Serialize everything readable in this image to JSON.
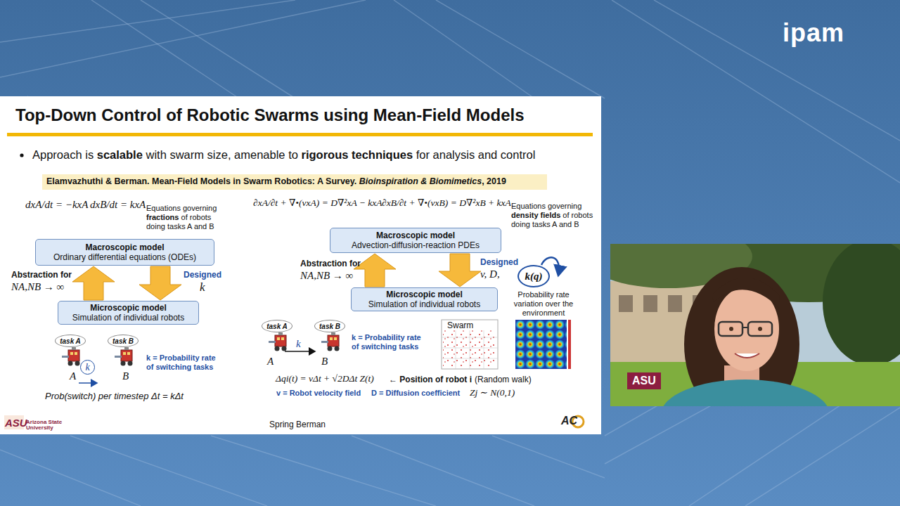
{
  "diagram": {
    "title": "Top-Down Control of Robotic Swarms using Mean-Field Models",
    "nodes": [
      {
        "text": [
          "Macroscopic model",
          "Ordinary differential equations (ODEs)"
        ]
      },
      {
        "text": [
          "Microscopic model",
          "Simulation of individual robots"
        ]
      },
      {
        "text": [
          "task A"
        ]
      },
      {
        "text": [
          "task B"
        ]
      },
      {
        "text": [
          "k"
        ]
      },
      {
        "text": [
          "Macroscopic model",
          "Advection-diffusion-reaction PDEs"
        ]
      },
      {
        "text": [
          "Microscopic model",
          "Simulation of individual robots"
        ]
      },
      {
        "text": [
          "k(q)"
        ]
      },
      {
        "text": [
          "task A"
        ]
      },
      {
        "text": [
          "task B"
        ]
      }
    ],
    "edges": [
      {
        "from": 1,
        "to": 0,
        "arrow": "to"
      },
      {
        "from": 0,
        "to": 1,
        "arrow": "to"
      },
      {
        "from": 6,
        "to": 5,
        "arrow": "to"
      },
      {
        "from": 5,
        "to": 6,
        "arrow": "to"
      }
    ],
    "labels": [
      "Approach is",
      "scalable",
      "with swarm size, amenable to",
      "rigorous techniques",
      "for analysis and control",
      "Elamvazhuthi & Berman. Mean-Field Models in Swarm Robotics: A Survey.",
      "Bioinspiration & Biomimetics",
      ", 2019",
      "dxA/dt = −kxA",
      "dxB/dt = kxA",
      "Equations governing",
      "fractions",
      "of robots doing tasks A and B",
      "Abstraction for",
      "NA,NB → ∞",
      "Designed",
      "k",
      "A",
      "B",
      "k = Probability rate of switching tasks",
      "Prob(switch) per timestep Δt = kΔt",
      "∂xA/∂t + ∇•(vxA) = D∇²xA − kxA",
      "∂xB/∂t + ∇•(vxB) = D∇²xB + kxA",
      "Equations governing",
      "density fields",
      "of robots doing tasks A and B",
      "Abstraction for",
      "NA,NB → ∞",
      "Designed",
      "v, D,",
      "Probability rate variation over the environment",
      "k",
      "A",
      "B",
      "k = Probability rate of switching tasks",
      "Swarm",
      "Δqi(t) = vΔt + √2DΔt Z(t)",
      "← Position of robot i",
      "(Random walk)",
      "v = Robot velocity field",
      "D = Diffusion coefficient",
      "Zj ∼ N(0,1)",
      "Arizona State University",
      "Spring Berman",
      "AC",
      "ipam",
      "ASU",
      "ASU"
    ]
  }
}
